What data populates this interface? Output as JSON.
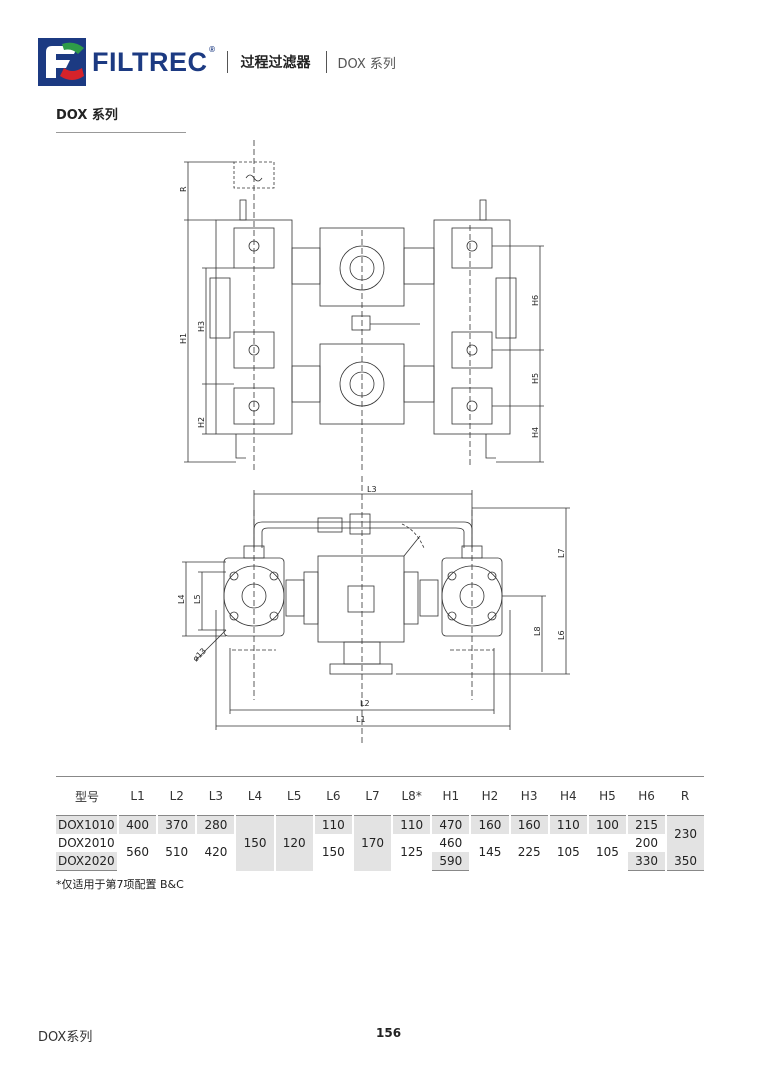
{
  "header": {
    "brand": "FILTREC",
    "registered": "®",
    "title": "过程过滤器",
    "series": "DOX 系列"
  },
  "colors": {
    "brand_blue": "#1c3a82",
    "logo_red": "#d6232a",
    "logo_green": "#2e9b48",
    "table_shade": "#e3e3e3"
  },
  "section": {
    "title": "DOX 系列"
  },
  "drawing": {
    "top_labels": {
      "R": "R",
      "H1": "H1",
      "H2": "H2",
      "H3": "H3",
      "H4": "H4",
      "H5": "H5",
      "H6": "H6"
    },
    "bottom_labels": {
      "L1": "L1",
      "L2": "L2",
      "L3": "L3",
      "L4": "L4",
      "L5": "L5",
      "L6": "L6",
      "L7": "L7",
      "L8": "L8",
      "hole": "ø13"
    }
  },
  "table": {
    "headers": [
      "型号",
      "L1",
      "L2",
      "L3",
      "L4",
      "L5",
      "L6",
      "L7",
      "L8*",
      "H1",
      "H2",
      "H3",
      "H4",
      "H5",
      "H6",
      "R"
    ],
    "rows": {
      "r1": {
        "model": "DOX1010",
        "L1": "400",
        "L2": "370",
        "L3": "280",
        "L6": "110",
        "L8": "110",
        "H1": "470",
        "H2": "160",
        "H3": "160",
        "H4": "110",
        "H5": "100",
        "H6": "215"
      },
      "r2": {
        "model": "DOX2010",
        "H1": "460",
        "H6": "200"
      },
      "r3": {
        "model": "DOX2020",
        "H1": "590",
        "H6": "330",
        "R": "350"
      },
      "shared": {
        "L1": "560",
        "L2": "510",
        "L3": "420",
        "L4": "150",
        "L5": "120",
        "L6": "150",
        "L7": "170",
        "L8": "125",
        "H2": "145",
        "H3": "225",
        "H4": "105",
        "H5": "105",
        "R12": "230"
      }
    }
  },
  "footnote": "*仅适用于第7项配置 B&C",
  "footer": {
    "series": "DOX系列",
    "page": "156"
  }
}
